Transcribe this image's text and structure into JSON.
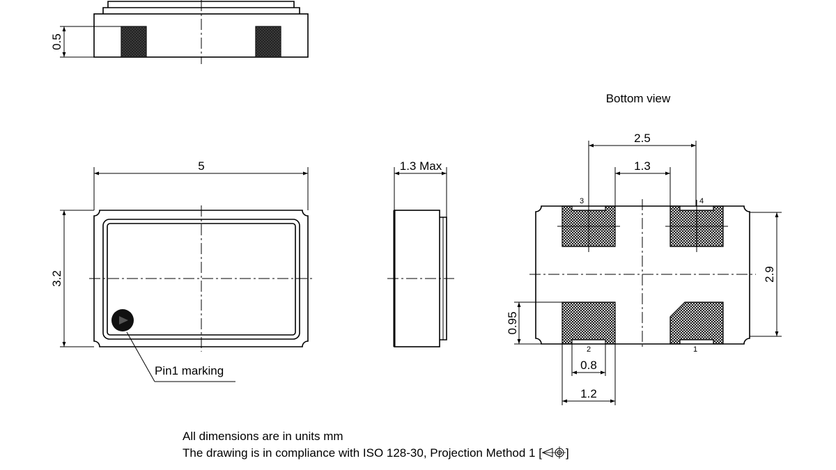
{
  "views": {
    "bottom_view_title": "Bottom view"
  },
  "dimensions": {
    "side_height": "0.5",
    "top_width": "5",
    "top_height": "3.2",
    "side_thickness": "1.3 Max",
    "pad_span_outer": "2.5",
    "pad_span_inner": "1.3",
    "pad_area_height": "2.9",
    "pad_height": "0.95",
    "pad_inner_width": "0.8",
    "pad_width": "1.2"
  },
  "labels": {
    "pin1_marking": "Pin1 marking",
    "pin_3": "3",
    "pin_4": "4",
    "pin_2": "2",
    "pin_1": "1"
  },
  "notes": {
    "units": "All dimensions are in units mm",
    "compliance_prefix": "The drawing is in compliance with ISO 128-30, Projection Method 1 [",
    "compliance_suffix": "]"
  }
}
